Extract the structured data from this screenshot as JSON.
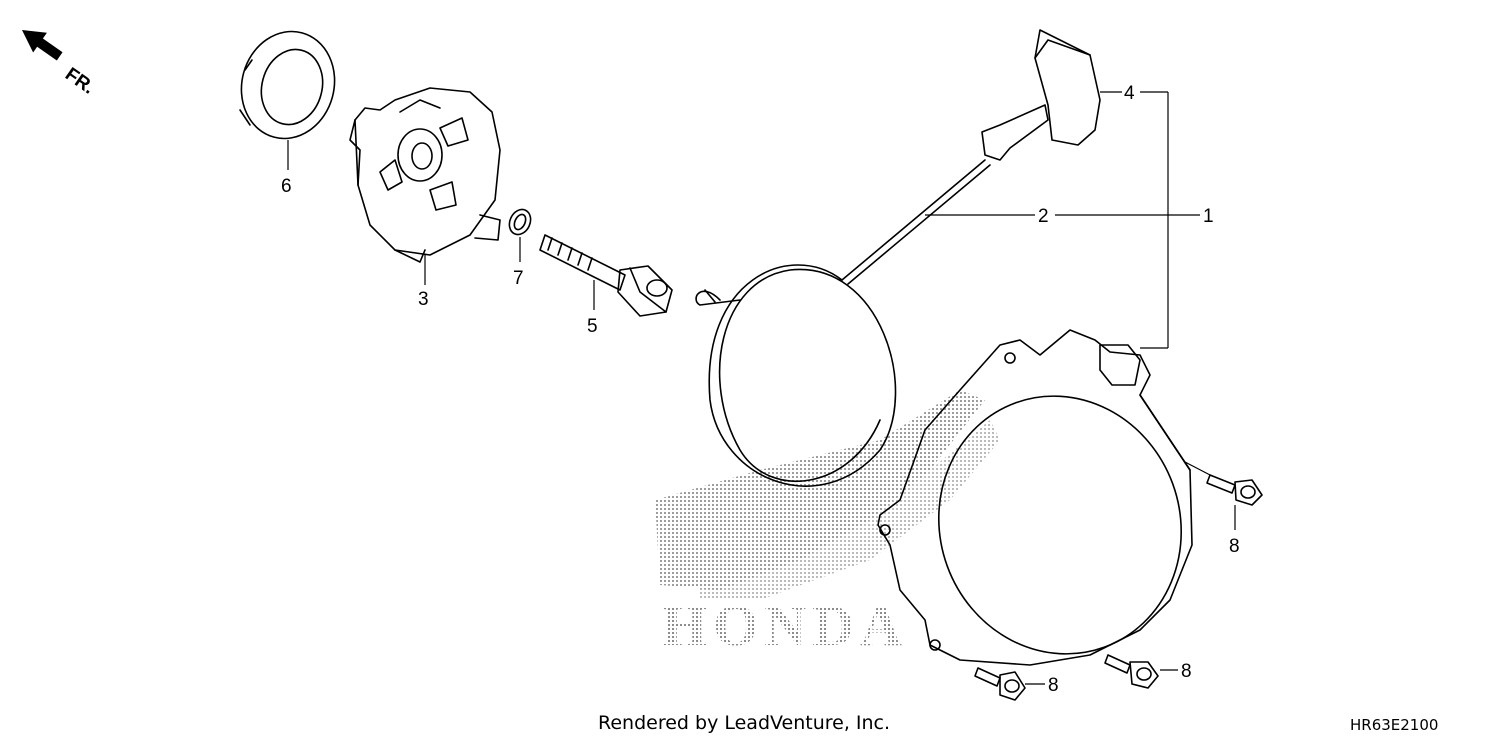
{
  "direction_indicator": {
    "label": "FR.",
    "icon": "front-direction-arrow-icon"
  },
  "watermark": {
    "text": "HONDA",
    "icon": "honda-wing-logo-icon",
    "color": "#9a9a9a"
  },
  "callouts": [
    {
      "id": "callout-1",
      "label": "1"
    },
    {
      "id": "callout-2",
      "label": "2"
    },
    {
      "id": "callout-3",
      "label": "3"
    },
    {
      "id": "callout-4",
      "label": "4"
    },
    {
      "id": "callout-5",
      "label": "5"
    },
    {
      "id": "callout-6",
      "label": "6"
    },
    {
      "id": "callout-7",
      "label": "7"
    },
    {
      "id": "callout-8a",
      "label": "8"
    },
    {
      "id": "callout-8b",
      "label": "8"
    },
    {
      "id": "callout-8c",
      "label": "8"
    }
  ],
  "footer": {
    "credit": "Rendered by LeadVenture, Inc.",
    "diagram_code": "HR63E2100"
  }
}
